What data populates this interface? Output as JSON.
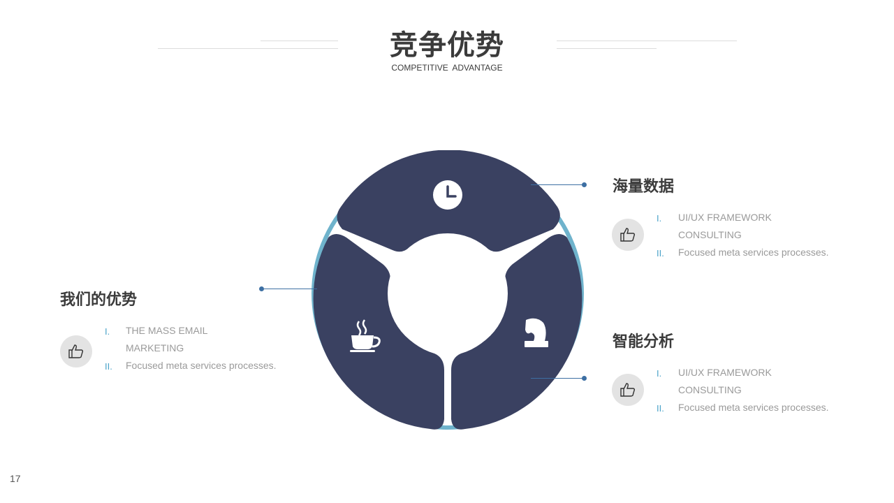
{
  "header": {
    "title": "竞争优势",
    "subtitle": "COMPETITIVE  ADVANTAGE"
  },
  "left_block": {
    "title": "我们的优势",
    "items": [
      {
        "num": "I.",
        "lines": [
          "THE MASS EMAIL",
          "MARKETING"
        ]
      },
      {
        "num": "II.",
        "lines": [
          "Focused meta services processes."
        ]
      }
    ],
    "icon": "thumbs-up-icon"
  },
  "right_top_block": {
    "title": "海量数据",
    "items": [
      {
        "num": "I.",
        "lines": [
          "UI/UX  FRAMEWORK",
          "CONSULTING"
        ]
      },
      {
        "num": "II.",
        "lines": [
          "Focused meta services processes."
        ]
      }
    ],
    "icon": "thumbs-up-icon"
  },
  "right_bottom_block": {
    "title": "智能分析",
    "items": [
      {
        "num": "I.",
        "lines": [
          "UI/UX  FRAMEWORK",
          "CONSULTING"
        ]
      },
      {
        "num": "II.",
        "lines": [
          "Focused meta services processes."
        ]
      }
    ],
    "icon": "thumbs-up-icon"
  },
  "diagram": {
    "segment_icons": [
      "clock-icon",
      "coffee-cup-icon",
      "chess-knight-icon"
    ],
    "colors": {
      "segment": "#3a4161",
      "ring": "#6fb3cc",
      "connector": "#3d6fa3",
      "numeral": "#4aa3c9"
    }
  },
  "footer": {
    "page_number": "17"
  }
}
